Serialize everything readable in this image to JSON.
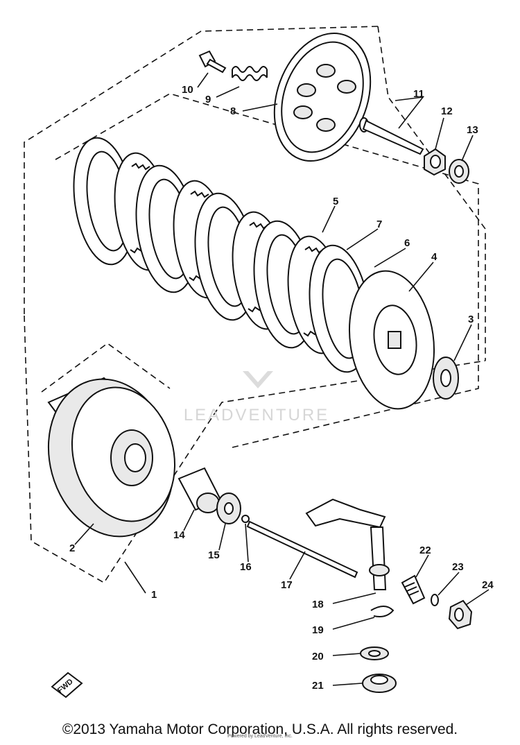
{
  "callouts": [
    {
      "id": "1",
      "label": "1"
    },
    {
      "id": "2",
      "label": "2"
    },
    {
      "id": "3",
      "label": "3"
    },
    {
      "id": "4",
      "label": "4"
    },
    {
      "id": "5",
      "label": "5"
    },
    {
      "id": "6",
      "label": "6"
    },
    {
      "id": "7",
      "label": "7"
    },
    {
      "id": "8",
      "label": "8"
    },
    {
      "id": "9",
      "label": "9"
    },
    {
      "id": "10",
      "label": "10"
    },
    {
      "id": "11",
      "label": "11"
    },
    {
      "id": "12",
      "label": "12"
    },
    {
      "id": "13",
      "label": "13"
    },
    {
      "id": "14",
      "label": "14"
    },
    {
      "id": "15",
      "label": "15"
    },
    {
      "id": "16",
      "label": "16"
    },
    {
      "id": "17",
      "label": "17"
    },
    {
      "id": "18",
      "label": "18"
    },
    {
      "id": "19",
      "label": "19"
    },
    {
      "id": "20",
      "label": "20"
    },
    {
      "id": "21",
      "label": "21"
    },
    {
      "id": "22",
      "label": "22"
    },
    {
      "id": "23",
      "label": "23"
    },
    {
      "id": "24",
      "label": "24"
    }
  ],
  "watermark": "LEADVENTURE",
  "fwd_marker": "FWD",
  "footer": {
    "copyright": "©2013 Yamaha Motor Corporation, U.S.A. All rights reserved.",
    "credit": "Powered by LeadVenture, Inc."
  }
}
